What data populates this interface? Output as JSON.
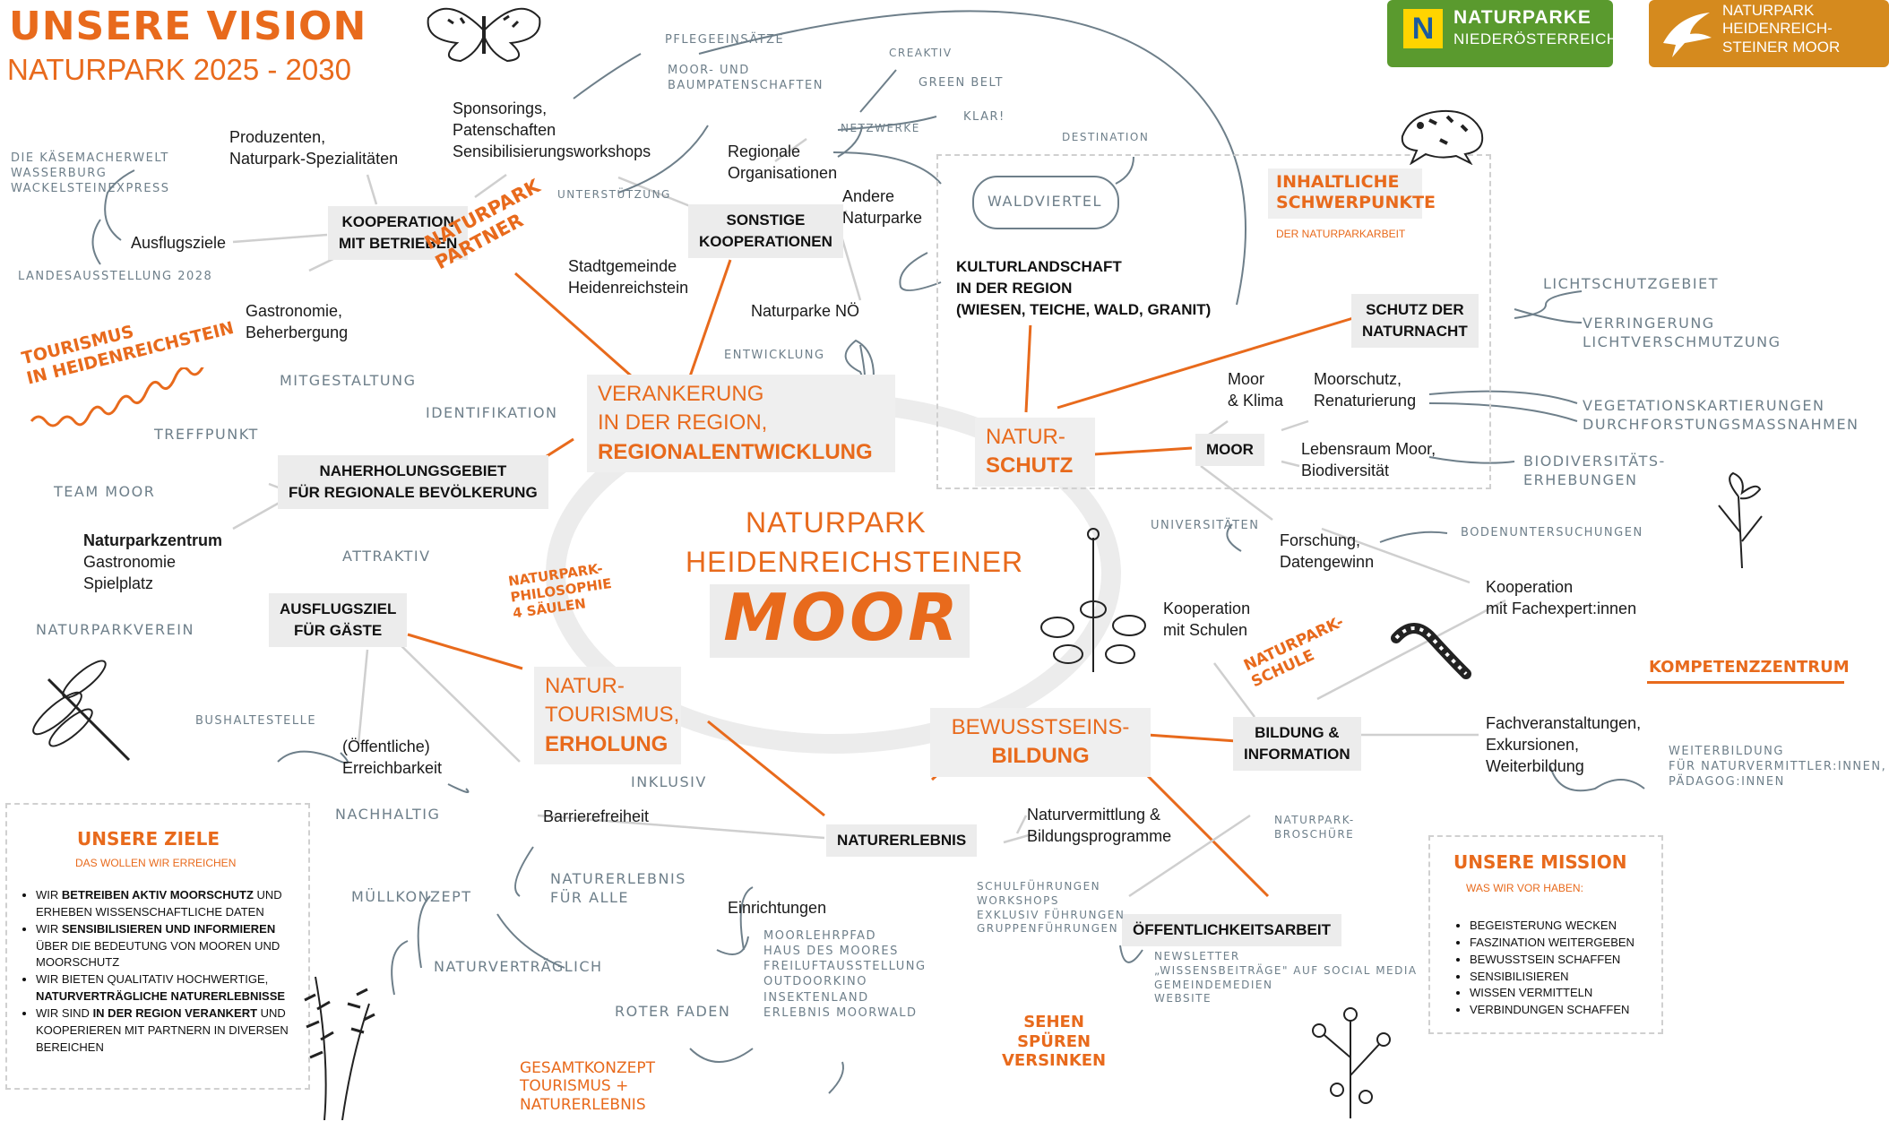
{
  "header": {
    "title": "UNSERE VISION",
    "subtitle": "NATURPARK 2025 - 2030"
  },
  "logos": {
    "niederoesterreich": {
      "line1": "NATURPARKE",
      "line2": "NIEDERÖSTERREICH",
      "color": "#5a9a2e",
      "mark": "N"
    },
    "heidenreichstein": {
      "line1": "NATURPARK",
      "line2": "HEIDENREICH-",
      "line3": "STEINER MOOR",
      "color": "#d58a1e"
    }
  },
  "center": {
    "line1": "NATURPARK",
    "line2": "HEIDENREICHSTEINER",
    "line3": "MOOR"
  },
  "pillars": {
    "verankerung": {
      "line1": "VERANKERUNG",
      "line2": "IN DER REGION,",
      "line3": "REGIONALENTWICKLUNG"
    },
    "naturschutz": {
      "line1": "NATUR-",
      "line2": "SCHUTZ"
    },
    "naturtourismus": {
      "line1": "NATUR-",
      "line2": "TOURISMUS,",
      "line3": "ERHOLUNG"
    },
    "bewusstsein": {
      "line1": "BEWUSSTSEINS-",
      "line2": "BILDUNG"
    }
  },
  "boxes": {
    "kooperation_betrieben": "KOOPERATION\nMIT BETRIEBEN",
    "sonstige_kooperationen": "SONSTIGE\nKOOPERATIONEN",
    "naherholung": "NAHERHOLUNGSGEBIET\nFÜR REGIONALE BEVÖLKERUNG",
    "ausflugsziel": "AUSFLUGSZIEL\nFÜR GÄSTE",
    "kulturlandschaft": "KULTURLANDSCHAFT\nIN DER REGION\n(WIESEN, TEICHE, WALD, GRANIT)",
    "schutz_naturnacht": "SCHUTZ DER\nNATURNACHT",
    "moor": "MOOR",
    "bildung_information": "BILDUNG &\nINFORMATION",
    "naturerlebnis": "NATURERLEBNIS",
    "oeffentlichkeitsarbeit": "ÖFFENTLICHKEITSARBEIT"
  },
  "texts": {
    "produzenten": "Produzenten,\nNaturpark-Spezialitäten",
    "sponsorings": "Sponsorings,\nPatenschaften\nSensibilisierungsworkshops",
    "regionale_org": "Regionale\nOrganisationen",
    "andere_naturparke": "Andere\nNaturparke",
    "ausflugsziele": "Ausflugsziele",
    "gastronomie": "Gastronomie,\nBeherbergung",
    "stadtgemeinde": "Stadtgemeinde\nHeidenreichstein",
    "naturparke_noe": "Naturparke NÖ",
    "naturparkzentrum": "Naturparkzentrum",
    "naturparkzentrum_sub": "Gastronomie\nSpielplatz",
    "erreichbarkeit": "(Öffentliche)\nErreichbarkeit",
    "barrierefreiheit": "Barrierefreiheit",
    "einrichtungen": "Einrichtungen",
    "naturvermittlung": "Naturvermittlung &\nBildungsprogramme",
    "moor_klima": "Moor\n& Klima",
    "moorschutz": "Moorschutz,\nRenaturierung",
    "lebensraum": "Lebensraum Moor,\nBiodiversität",
    "forschung": "Forschung,\nDatengewinn",
    "kooperation_schulen": "Kooperation\nmit Schulen",
    "kooperation_fach": "Kooperation\nmit Fachexpert:innen",
    "fachveranstaltungen": "Fachveranstaltungen,\nExkursionen,\nWeiterbildung"
  },
  "handwritten": {
    "kaesemacher": "Die Käsemacherwelt\nWasserburg\nWackelsteinexpress",
    "landesausstellung": "Landesausstellung 2028",
    "pflegeeinsaetze": "Pflegeeinsätze",
    "moor_patenschaften": "Moor- und\nBaumpatenschaften",
    "kreativ": "Creaktiv",
    "green_belt": "Green Belt",
    "klar": "KLAR!",
    "netzwerke": "Netzwerke",
    "destination": "Destination",
    "waldviertel": "Waldviertel",
    "unterstuetzung": "Unterstützung",
    "entwicklung": "Entwicklung",
    "mitgestaltung": "Mitgestaltung",
    "identifikation": "Identifikation",
    "treffpunkt": "Treffpunkt",
    "team_moor": "Team Moor",
    "attraktiv": "Attraktiv",
    "naturparkverein": "Naturparkverein",
    "bushaltestelle": "Bushaltestelle",
    "nachhaltig": "Nachhaltig",
    "inklusiv": "Inklusiv",
    "muellkonzept": "Müllkonzept",
    "naturvertraeglich": "Naturverträglich",
    "naturerlebnis_alle": "Naturerlebnis\nfür alle",
    "roter_faden": "Roter Faden",
    "einrichtungen_list": "Moorlehrpfad\nHaus des Moores\nFreiluftausstellung\nOutdoorkino\nInsektenland\nErlebnis Moorwald",
    "fuehrungen": "Schulführungen\nWorkshops\nExklusiv Führungen\nGruppenführungen",
    "oeffentlichkeit_list": "Newsletter\n„Wissensbeiträge\" auf Social Media\nGemeindemedien\nWebsite",
    "naturpark_broschuere": "Naturpark-\nBroschüre",
    "lichtschutzgebiet": "Lichtschutzgebiet",
    "verringerung": "Verringerung\n  Lichtverschmutzung",
    "vegetation": "Vegetationskartierungen\nDurchforstungsmassnahmen",
    "biodiversitaet": "Biodiversitäts-\nErhebungen",
    "universitaeten": "Universitäten",
    "bodenuntersuchungen": "Bodenuntersuchungen",
    "weiterbildung": "Weiterbildung\nfür Naturvermittler:innen,\nPädagog:innen"
  },
  "orange_notes": {
    "tourismus": "Tourismus\nin Heidenreichstein",
    "naturpark_partner": "Naturpark\nPartner",
    "philosophie": "Naturpark-\nPhilosophie\n4 Säulen",
    "inhaltliche": "Inhaltliche\nSchwerpunkte",
    "inhaltliche_sub": "DER NATURPARKARBEIT",
    "naturpark_schule": "Naturpark-\nSchule",
    "kompetenzzentrum": "Kompetenzzentrum",
    "sehen": "Sehen\nspüren\nversinken",
    "gesamtkonzept": "Gesamtkonzept\nTourismus +\nNaturerlebnis"
  },
  "ziele": {
    "title": "UNSERE ZIELE",
    "subtitle": "DAS WOLLEN WIR ERREICHEN",
    "items": [
      {
        "pre": "WIR ",
        "bold": "BETREIBEN AKTIV MOORSCHUTZ",
        "post": " UND ERHEBEN WISSENSCHAFTLICHE DATEN"
      },
      {
        "pre": "WIR ",
        "bold": "SENSIBILISIEREN UND INFORMIEREN",
        "post": " ÜBER DIE BEDEUTUNG VON MOOREN UND MOORSCHUTZ"
      },
      {
        "pre": "WIR BIETEN QUALITATIV HOCHWERTIGE, ",
        "bold": "NATURVERTRÄGLICHE NATURERLEBNISSE",
        "post": ""
      },
      {
        "pre": "WIR SIND ",
        "bold": "IN DER REGION VERANKERT",
        "post": " UND KOOPERIEREN MIT PARTNERN IN DIVERSEN BEREICHEN"
      }
    ]
  },
  "mission": {
    "title": "UNSERE MISSION",
    "subtitle": "WAS WIR VOR HABEN:",
    "items": [
      "BEGEISTERUNG WECKEN",
      "FASZINATION WEITERGEBEN",
      "BEWUSSTSEIN SCHAFFEN",
      "SENSIBILISIEREN",
      "WISSEN VERMITTELN",
      "VERBINDUNGEN SCHAFFEN"
    ]
  },
  "colors": {
    "accent": "#e86a1c",
    "handwriting": "#6e7f8a",
    "box": "#ececec",
    "line_grey": "#c9c9c9"
  }
}
